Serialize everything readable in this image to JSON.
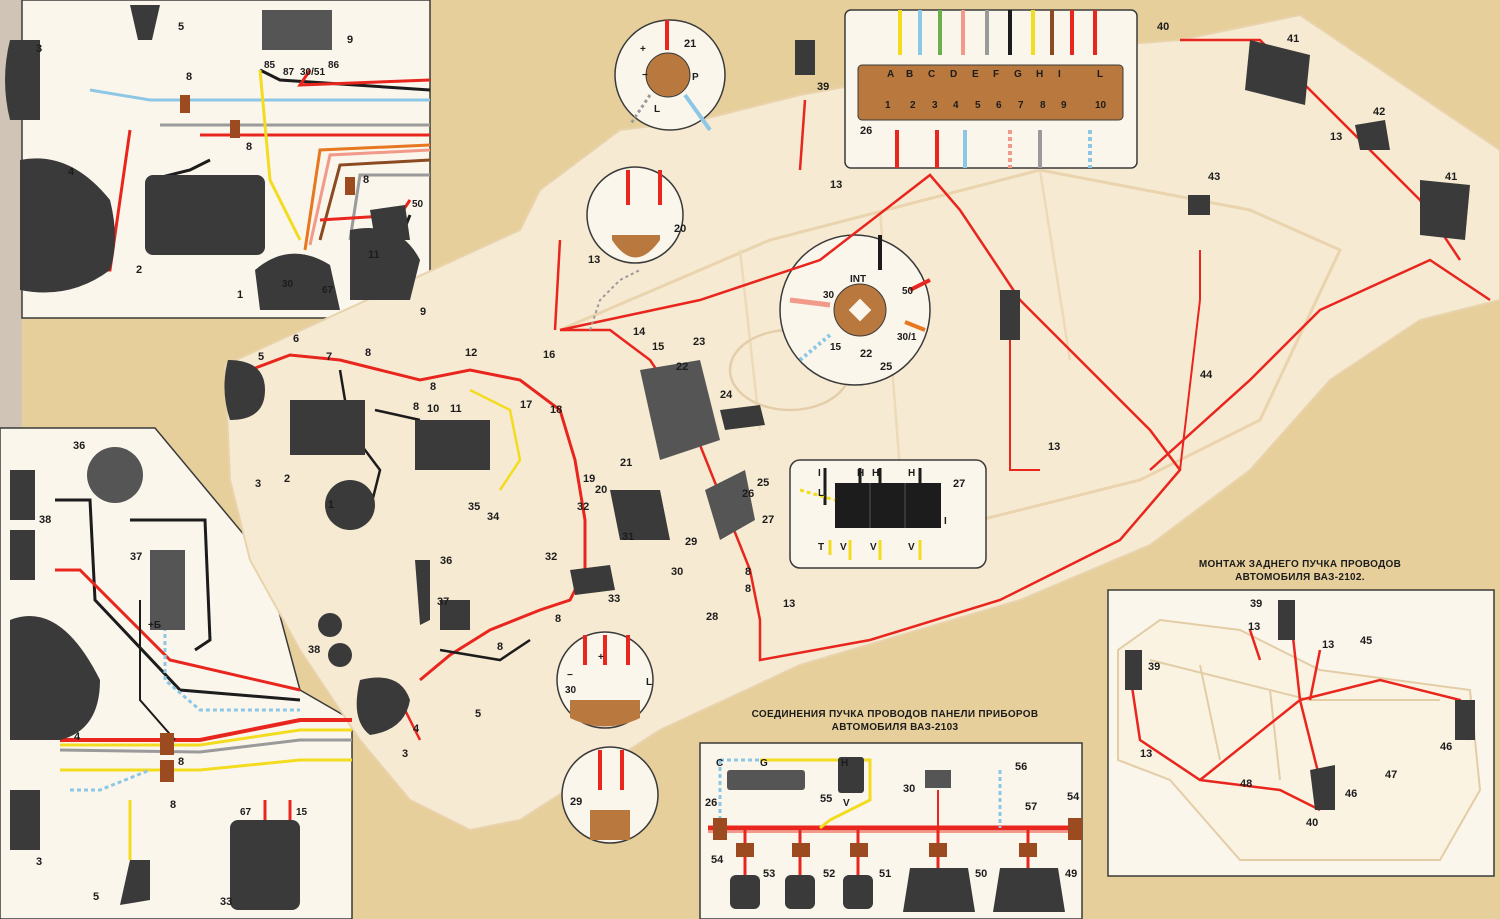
{
  "colors": {
    "background": "#e6cf9b",
    "panel": "#fbf6ec",
    "car_outline": "#f2dfbe",
    "wire_red": "#e8261e",
    "wire_black": "#1c1c1c",
    "wire_yellow": "#f3dc1f",
    "wire_blue": "#8cc8e6",
    "wire_pink": "#f29a8a",
    "wire_brown": "#8b4a22",
    "wire_grey": "#9a9a9a",
    "wire_green": "#6bb04a",
    "wire_orange": "#e87820",
    "component": "#3a3a3a"
  },
  "captions": {
    "rear_harness_line1": "МОНТАЖ ЗАДНЕГО ПУЧКА ПРОВОДОВ",
    "rear_harness_line2": "АВТОМОБИЛЯ ВАЗ-2102.",
    "panel_harness_line1": "СОЕДИНЕНИЯ ПУЧКА ПРОВОДОВ ПАНЕЛИ  ПРИБОРОВ",
    "panel_harness_line2": "АВТОМОБИЛЯ ВАЗ-2103"
  },
  "labels": {
    "fuse_letters": [
      "A",
      "B",
      "C",
      "D",
      "E",
      "F",
      "G",
      "H",
      "I",
      "L"
    ],
    "fuse_numbers": [
      "1",
      "2",
      "3",
      "4",
      "5",
      "6",
      "7",
      "8",
      "9",
      "10"
    ],
    "relay_terminals": [
      "85",
      "87",
      "30/51",
      "86"
    ],
    "alternator_terminals": [
      "30",
      "67"
    ],
    "regulator_terminals": [
      "67",
      "15"
    ],
    "ignition_switch_terminals": [
      "INT",
      "50",
      "30",
      "15",
      "30/1"
    ],
    "stop_switch": [
      "+",
      "−",
      "P",
      "L"
    ],
    "switch_block_terminals": [
      "I",
      "H",
      "H",
      "H",
      "T",
      "V",
      "V",
      "V",
      "I",
      "L"
    ],
    "dash_connector": [
      "+",
      "−",
      "30",
      "L"
    ],
    "panel_connector": [
      "C",
      "G",
      "H",
      "V"
    ],
    "plus_b": "+Б",
    "terminal_50": "50",
    "terminal_11": "11",
    "page_corner": "43"
  },
  "components": {
    "headlamp_small": "3",
    "headlamp_large": "4",
    "bulb": "5",
    "fusebox_front": "2",
    "relay": "9",
    "connector_8": "8",
    "alternator": "1",
    "battery": "2",
    "starter": "11",
    "harness_10": "10",
    "harness_12": "12",
    "horn_6": "6",
    "harness_7": "7",
    "distributor": "36",
    "coil": "37",
    "sidelights": "38",
    "regulator": "33",
    "fuse_block": "26",
    "stop_switch_21": "21",
    "connector_20": "20",
    "ignition_switch": "25",
    "instrument_cluster": "22",
    "speedo_cable": "23",
    "combo_switch": "24",
    "switch_block": "27",
    "courtesy_switch": "13",
    "door_lamp": "39",
    "lamp_40": "40",
    "tail_lamp": "41",
    "plate_lamp": "42",
    "fuel_sender": "43",
    "rear_harness": "44",
    "rear_harness_45": "45",
    "rear_lamp_46": "46",
    "plate_lamp_47": "47",
    "rear_harness_48": "48",
    "gauge_49": "49",
    "gauge_50": "50",
    "gauge_51": "51",
    "gauge_52": "52",
    "gauge_53": "53",
    "connector_54": "54",
    "switch_55": "55",
    "lighter_56": "56",
    "harness_57": "57",
    "n14": "14",
    "n15": "15",
    "n16": "16",
    "n17": "17",
    "n18": "18",
    "n19": "19",
    "n28": "28",
    "n29": "29",
    "n30": "30",
    "n31": "31",
    "n32": "32",
    "n34": "34",
    "n35": "35"
  }
}
